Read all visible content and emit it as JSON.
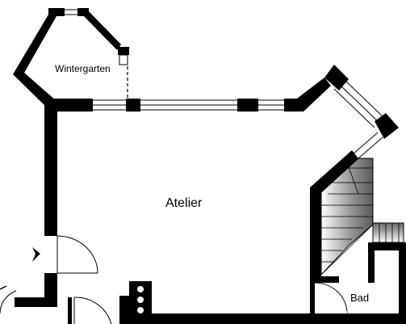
{
  "rooms": {
    "wintergarten": "Wintergarten",
    "atelier": "Atelier",
    "bad": "Bad"
  },
  "colors": {
    "wall": "#000000",
    "background": "#ffffff",
    "window_line": "#000000",
    "stair_shade": "#7a7a7a"
  }
}
